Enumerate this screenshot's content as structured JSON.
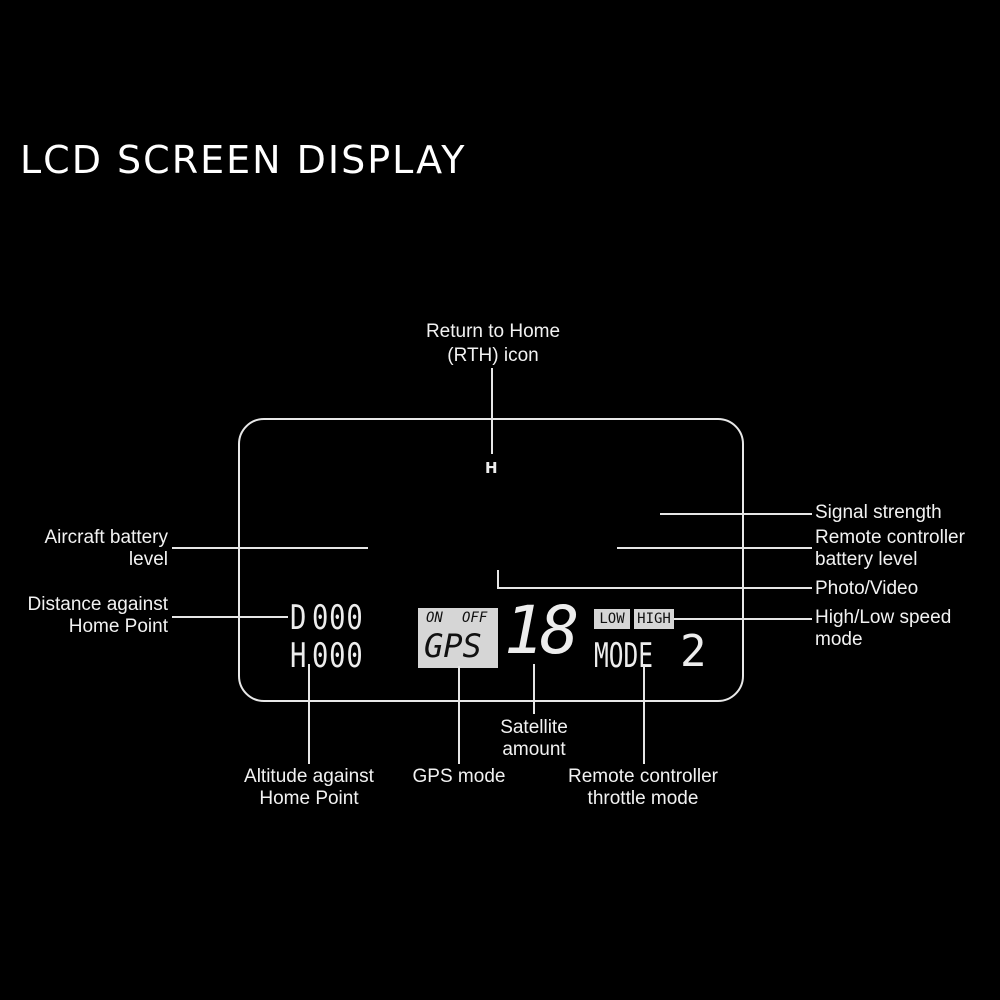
{
  "title": "LCD SCREEN DISPLAY",
  "labels": {
    "rth_line1": "Return to Home",
    "rth_line2": "(RTH) icon",
    "signal": "Signal strength",
    "rc_batt_line1": "Remote controller",
    "rc_batt_line2": "battery level",
    "photo_video": "Photo/Video",
    "speed_line1": "High/Low speed",
    "speed_line2": "mode",
    "aircraft_batt_line1": "Aircraft battery",
    "aircraft_batt_line2": "level",
    "distance_line1": "Distance against",
    "distance_line2": "Home Point",
    "altitude_line1": "Altitude against",
    "altitude_line2": "Home Point",
    "gps_mode": "GPS mode",
    "satellite_line1": "Satellite",
    "satellite_line2": "amount",
    "throttle_line1": "Remote controller",
    "throttle_line2": "throttle mode"
  },
  "lcd": {
    "distance_prefix": "D",
    "distance_value": "000",
    "altitude_prefix": "H",
    "altitude_value": "000",
    "gps_on": "ON",
    "gps_off": "OFF",
    "gps_text": "GPS",
    "satellite_count": "18",
    "speed_low": "LOW",
    "speed_high": "HIGH",
    "mode_text": "MODE",
    "mode_value": "2",
    "rth_letter": "H"
  },
  "colors": {
    "background": "#000000",
    "foreground": "#ededed",
    "lcd_highlight": "#d6d6d6"
  },
  "icons": [
    "home-point-pin-icon",
    "drone-icon",
    "camera-icon",
    "remote-controller-icon",
    "battery-icon",
    "signal-bars-icon"
  ]
}
